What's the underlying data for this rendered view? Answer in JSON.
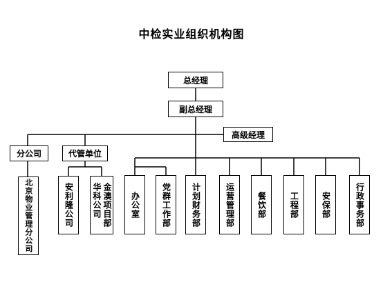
{
  "title": "中检实业组织机构图",
  "nodes": {
    "general_manager": "总经理",
    "deputy_gm": "副总经理",
    "senior_manager": "高级经理",
    "branch": "分公司",
    "agency_unit": "代管单位",
    "beijing_property": "北京物业管理分公司",
    "anlilong": "安利隆公司",
    "jinao_project": "金澳项目部\n华科公司",
    "office": "办公室",
    "party_work": "党群工作部",
    "finance": "计划财务部",
    "operations": "运营管理部",
    "catering": "餐饮部",
    "engineering": "工程部",
    "security": "安保部",
    "admin_affairs": "行政事务部"
  }
}
